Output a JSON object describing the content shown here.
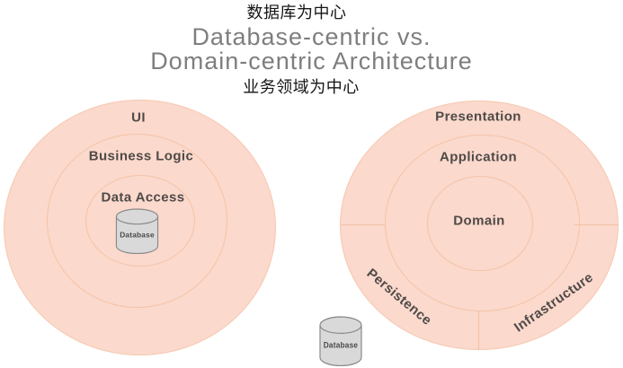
{
  "header": {
    "annotation_top": "数据库为中心",
    "title_line1": "Database-centric vs.",
    "title_line2": "Domain-centric Architecture",
    "annotation_bottom": "业务领域为中心"
  },
  "left_diagram": {
    "name": "database-centric",
    "layers": {
      "outer": "UI",
      "middle": "Business Logic",
      "inner": "Data Access"
    },
    "database_label": "Database"
  },
  "right_diagram": {
    "name": "domain-centric",
    "layers": {
      "outer": "Presentation",
      "middle": "Application",
      "inner": "Domain"
    },
    "sectors": {
      "bottom_left": "Persistence",
      "bottom_right": "Infrastructure"
    },
    "database_label": "Database"
  },
  "colors": {
    "circle_fill": "#fbd9cc",
    "circle_stroke": "#f5c3a8",
    "layer_label_text": "#4f4a48",
    "title_text": "#7e7e7e",
    "annotation_text": "#161616",
    "cylinder_fill": "#d9d9d9",
    "cylinder_stroke": "#8a8a8a"
  }
}
